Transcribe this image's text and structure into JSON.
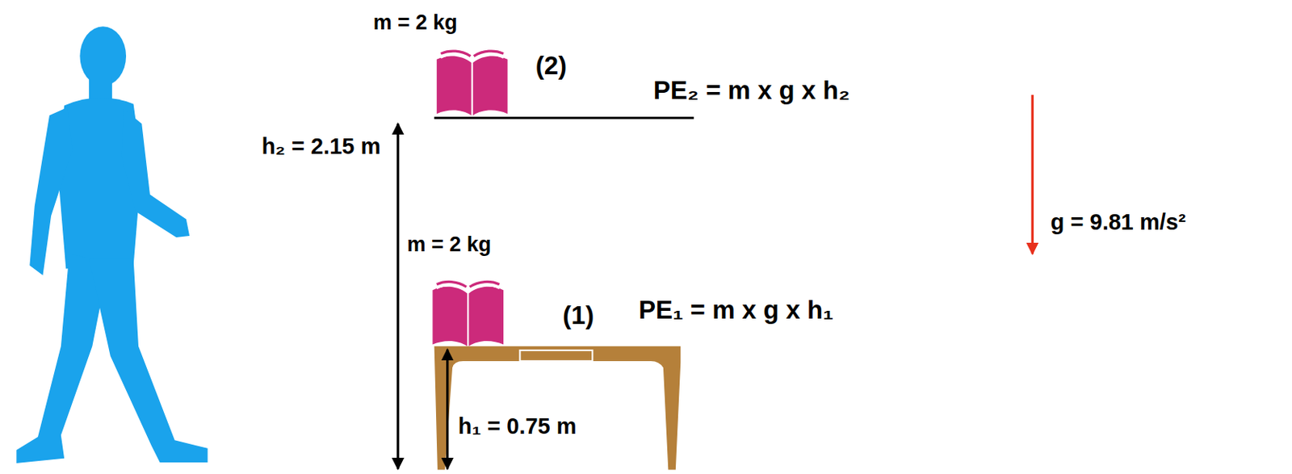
{
  "diagram": {
    "labels": [
      "m = 2 kg",
      "(2)",
      "PE₂ = m x g x h₂",
      "h₂ = 2.15 m",
      "g = 9.81 m/s²",
      "m = 2 kg",
      "(1)",
      "PE₁ = m x g x h₁",
      "h₁ = 0.75 m"
    ]
  }
}
